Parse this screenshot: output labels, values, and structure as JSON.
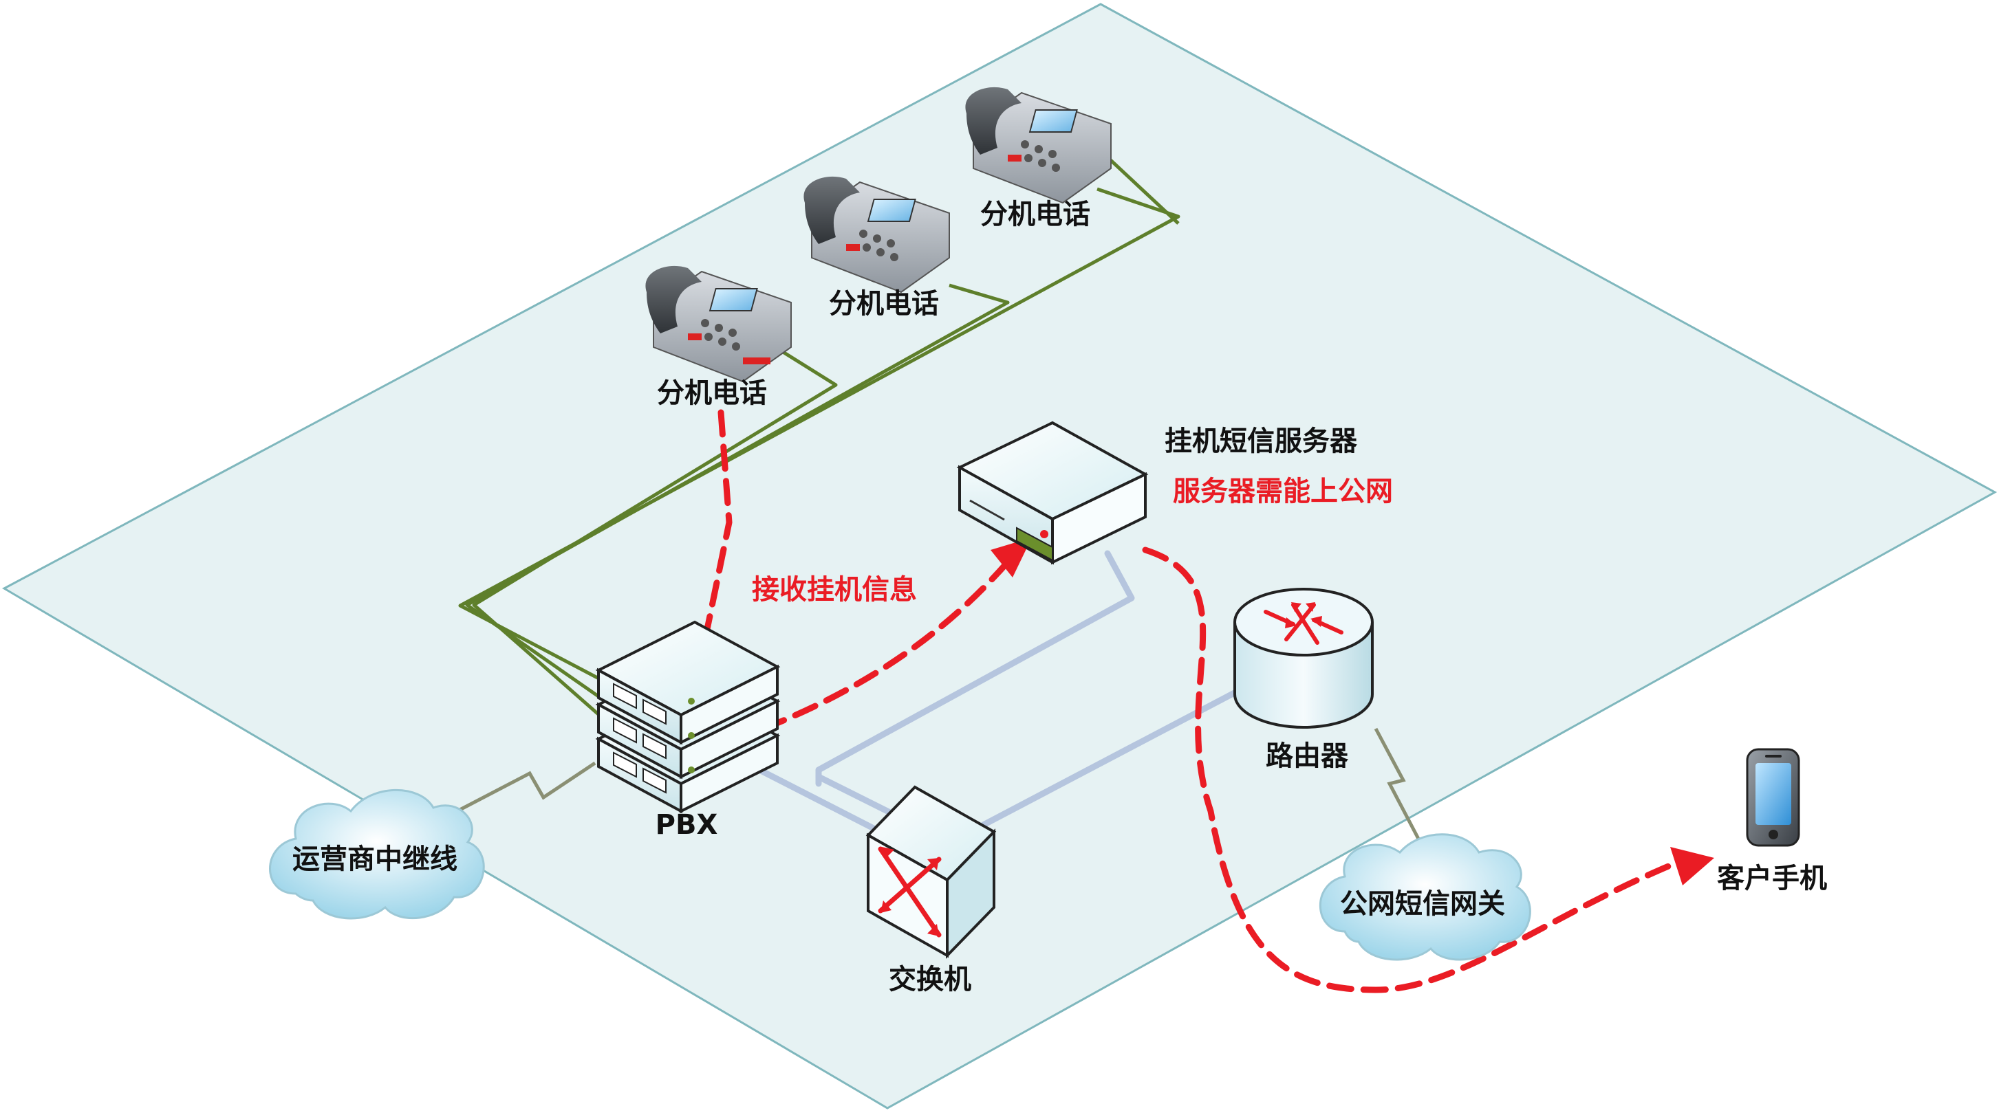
{
  "labels": {
    "ext_phone_1": "分机电话",
    "ext_phone_2": "分机电话",
    "ext_phone_3": "分机电话",
    "hangup_server": "挂机短信服务器",
    "server_note": "服务器需能上公网",
    "receive_info": "接收挂机信息",
    "pbx": "PBX",
    "router": "路由器",
    "switch": "交换机",
    "carrier_trunk": "运营商中继线",
    "sms_gateway": "公网短信网关",
    "customer_phone": "客户手机"
  },
  "colors": {
    "floor_fill": "#e6f2f3",
    "floor_stroke": "#7fb7bd",
    "phone_line": "#5e7f2b",
    "ethernet": "#b5c5de",
    "flow": "#ea1c24",
    "accent_red": "#ea1c24"
  },
  "icons": [
    "desk-phone-icon",
    "server-icon",
    "pbx-icon",
    "router-icon",
    "switch-icon",
    "cloud-icon",
    "mobile-phone-icon",
    "lightning-link-icon"
  ]
}
